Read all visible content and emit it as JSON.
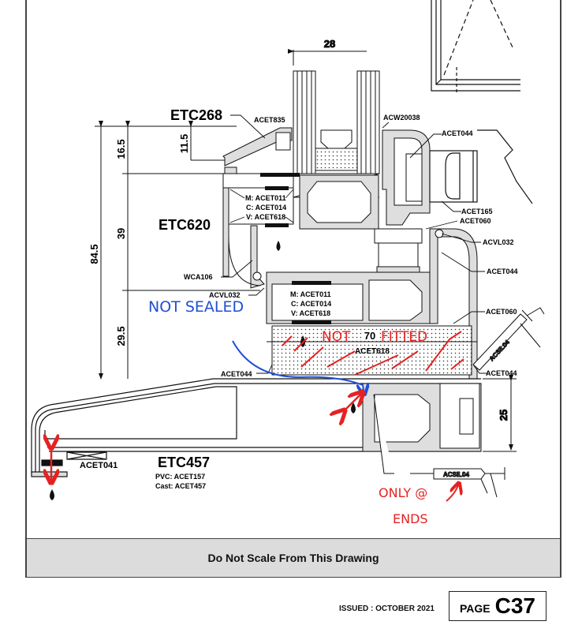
{
  "drawing": {
    "dimensions": {
      "top_width": "28",
      "left_total": "84.5",
      "left_upper": "16.5",
      "left_mid": "39",
      "left_lower": "29.5",
      "inner_upper": "11.5",
      "sill_width": "70",
      "sill_height": "25"
    },
    "profiles": {
      "head": "ETC268",
      "frame": "ETC620",
      "sill": "ETC457",
      "sill_pvc": "PVC: ACET157",
      "sill_cast": "Cast: ACET457"
    },
    "labels": {
      "acet835": "ACET835",
      "acw20038": "ACW20038",
      "acet044_top": "ACET044",
      "acet165": "ACET165",
      "acet060_top": "ACET060",
      "acvl032_right": "ACVL032",
      "acet044_right": "ACET044",
      "acet060_right": "ACET060",
      "acet044_sill_right": "ACET044",
      "acet044_sill_left": "ACET044",
      "wca106": "WCA106",
      "acvl032_left": "ACVL032",
      "acet618_board": "ACET618",
      "acet041": "ACET041",
      "acsil04_gun": "ACSIL04",
      "acsil04_bottom": "ACSIL04"
    },
    "reinforcement_upper": {
      "m": "M: ACET011",
      "c": "C: ACET014",
      "v": "V: ACET618"
    },
    "reinforcement_lower": {
      "m": "M: ACET011",
      "c": "C: ACET014",
      "v": "V: ACET618"
    },
    "annotations": {
      "not_sealed": "NOT SEALED",
      "not_fitted_a": "NOT",
      "not_fitted_b": "FITTED",
      "only_at": "ONLY @",
      "ends": "ENDS"
    },
    "colors": {
      "line": "#111111",
      "profile_fill": "#dedede",
      "annot_red": "#e52222",
      "annot_blue": "#1f4fd6"
    }
  },
  "footer": {
    "note": "Do Not Scale From This Drawing",
    "issued": "ISSUED : OCTOBER 2021",
    "page_word": "PAGE",
    "page_number": "C37"
  }
}
